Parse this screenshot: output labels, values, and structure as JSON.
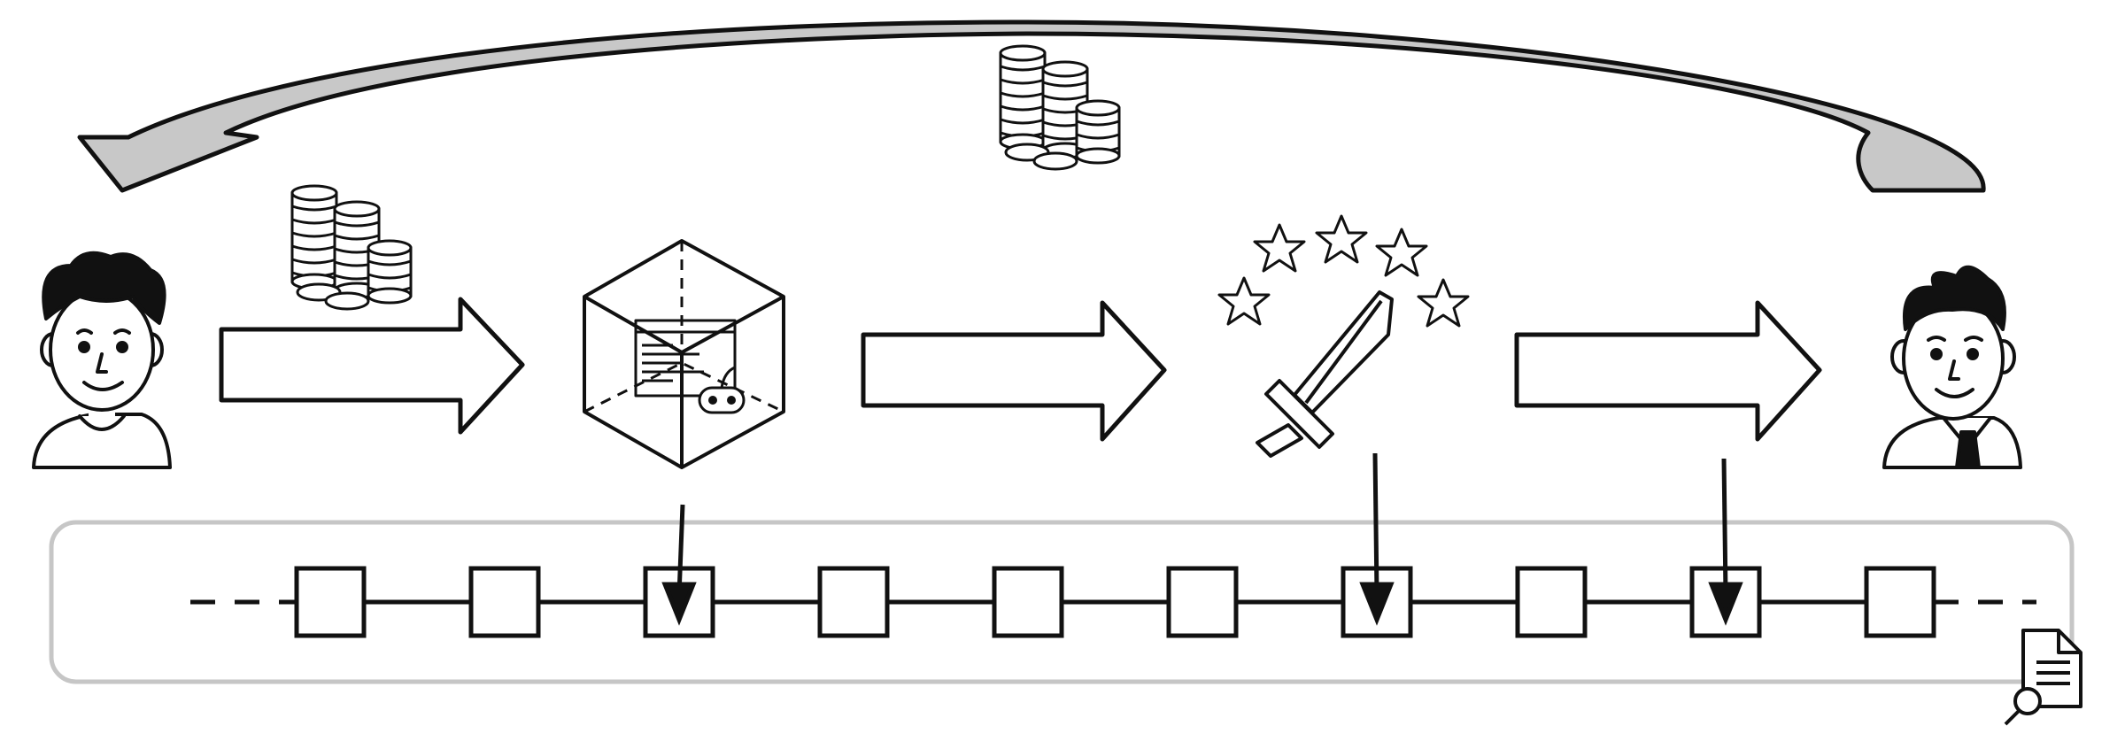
{
  "diagram": {
    "stroke_color": "#111111",
    "return_arrow_fill": "#c8c8c8",
    "ledger_border_color": "#c6c6c6",
    "actors": [
      {
        "name": "user-avatar",
        "icon": "curly-hair-person-icon"
      },
      {
        "name": "developer-avatar",
        "icon": "businessman-with-tie-icon"
      }
    ],
    "stages": [
      {
        "name": "game-smart-contract",
        "icon": "cube-with-code-and-gamepad-icon"
      },
      {
        "name": "in-game-item",
        "icon": "sword-with-stars-icon"
      }
    ],
    "payments": [
      {
        "name": "payment-to-contract",
        "icon": "coin-stack-icon"
      },
      {
        "name": "payment-to-user",
        "icon": "coin-stack-icon"
      }
    ],
    "ledger": {
      "block_count": 10,
      "recorded_block_indices": [
        2,
        6,
        8
      ],
      "audit_icon": "document-search-icon"
    }
  }
}
